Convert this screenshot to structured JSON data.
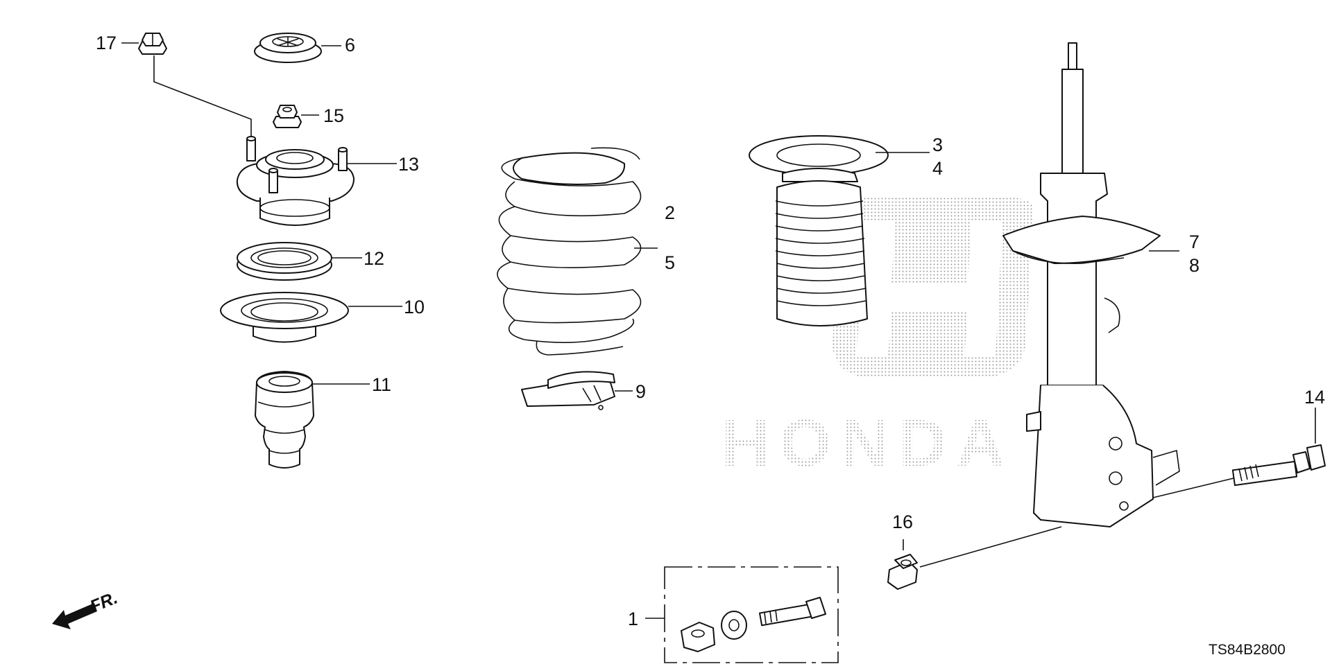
{
  "diagram": {
    "watermark": {
      "brand_text": "HONDA",
      "brand_icon": "honda-h-logo-icon"
    },
    "direction_marker": {
      "label": "FR.",
      "icon": "arrow-front-icon"
    },
    "drawing_code": "TS84B2800",
    "callouts": [
      {
        "id": "p1",
        "label": "1"
      },
      {
        "id": "p2",
        "label": "2"
      },
      {
        "id": "p3",
        "label": "3"
      },
      {
        "id": "p4",
        "label": "4"
      },
      {
        "id": "p5",
        "label": "5"
      },
      {
        "id": "p6",
        "label": "6"
      },
      {
        "id": "p7",
        "label": "7"
      },
      {
        "id": "p8",
        "label": "8"
      },
      {
        "id": "p9",
        "label": "9"
      },
      {
        "id": "p10",
        "label": "10"
      },
      {
        "id": "p11",
        "label": "11"
      },
      {
        "id": "p12",
        "label": "12"
      },
      {
        "id": "p13",
        "label": "13"
      },
      {
        "id": "p14",
        "label": "14"
      },
      {
        "id": "p15",
        "label": "15"
      },
      {
        "id": "p16",
        "label": "16"
      },
      {
        "id": "p17",
        "label": "17"
      }
    ]
  }
}
